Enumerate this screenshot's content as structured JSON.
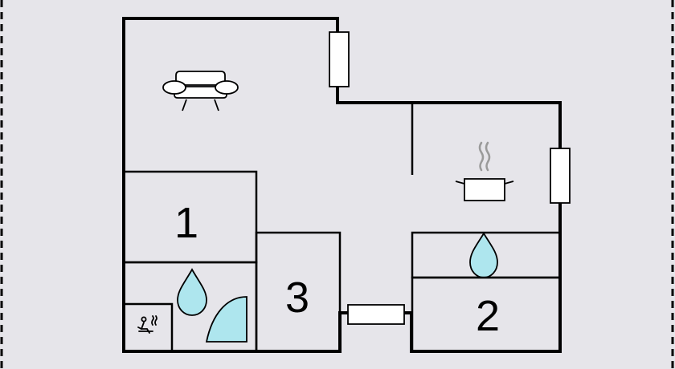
{
  "floorplan": {
    "rooms": [
      {
        "number": "1",
        "type": "bedroom"
      },
      {
        "number": "2",
        "type": "bedroom"
      },
      {
        "number": "3",
        "type": "bedroom"
      }
    ],
    "icons": [
      "sofa-icon",
      "kitchen-pot-icon",
      "water-drop-icon",
      "water-drop-icon",
      "shower-icon",
      "sauna-icon"
    ],
    "colors": {
      "background": "#e6e5ea",
      "floor": "#ffffff",
      "walls": "#000000",
      "water": "#aee6ee",
      "steam": "#9a9a9a"
    }
  }
}
